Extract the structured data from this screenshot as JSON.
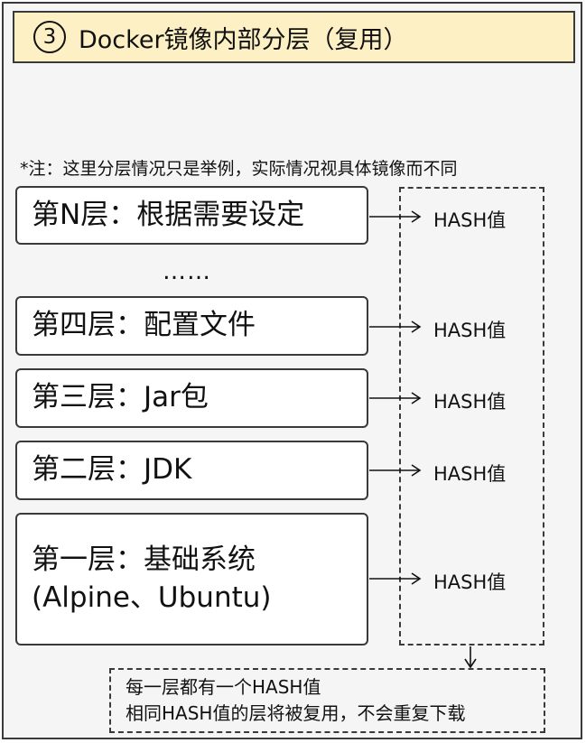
{
  "title": {
    "number": "3",
    "text": "Docker镜像内部分层（复用）"
  },
  "note": "*注：这里分层情况只是举例，实际情况视具体镜像而不同",
  "layers": [
    {
      "label": "第N层：根据需要设定"
    },
    {
      "label": "第四层：配置文件"
    },
    {
      "label": "第三层：Jar包"
    },
    {
      "label": "第二层：JDK"
    },
    {
      "label_line1": "第一层：基础系统",
      "label_line2": "(Alpine、Ubuntu)"
    }
  ],
  "ellipsis": "……",
  "hash_label": "HASH值",
  "bottom_note": {
    "line1": "每一层都有一个HASH值",
    "line2": "相同HASH值的层将被复用，不会重复下载"
  }
}
